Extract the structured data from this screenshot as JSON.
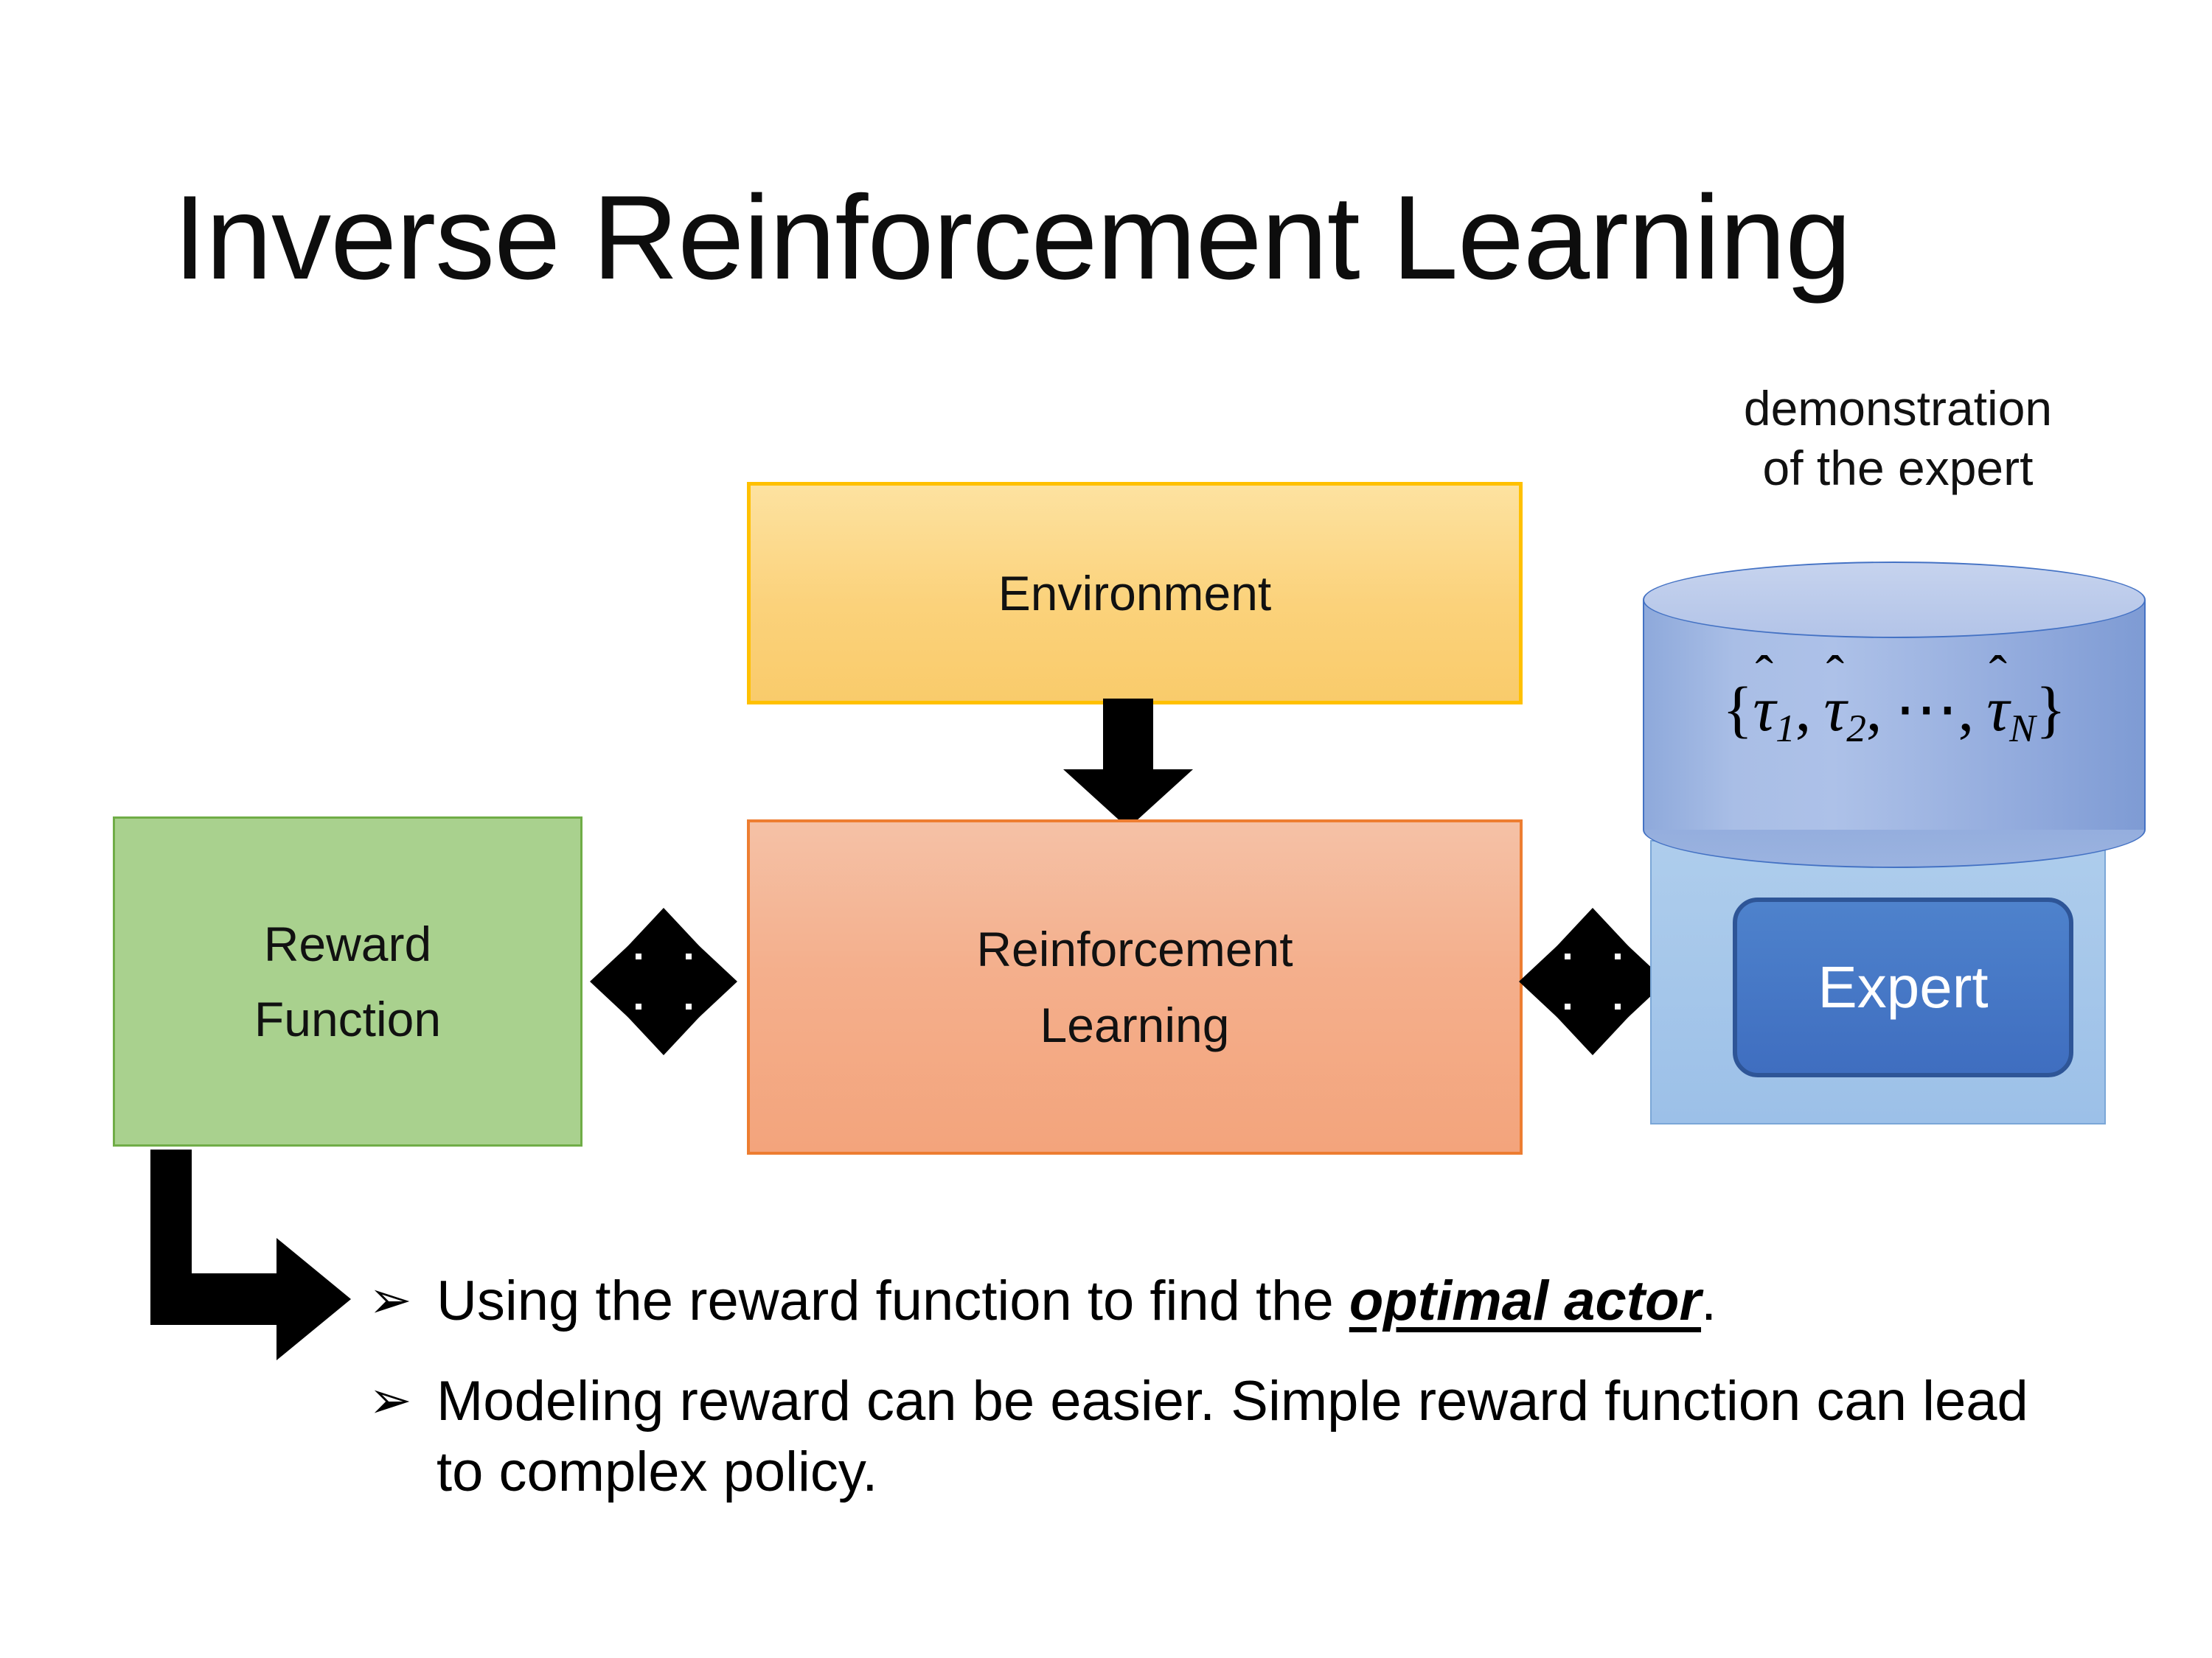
{
  "slide": {
    "title": "Inverse Reinforcement Learning",
    "background_color": "#FFFFFF"
  },
  "diagram": {
    "environment_box": {
      "label": "Environment",
      "fill_color": "#FBD27B",
      "border_color": "#FFC000"
    },
    "reinforcement_learning_box": {
      "label_line1": "Reinforcement",
      "label_line2": "Learning",
      "fill_color": "#F4AF8C",
      "border_color": "#ED7D31"
    },
    "reward_function_box": {
      "label_line1": "Reward",
      "label_line2": "Function",
      "fill_color": "#A9D18E",
      "border_color": "#70AD47"
    },
    "expert_group": {
      "caption_line1": "demonstration",
      "caption_line2": "of the expert",
      "cylinder": {
        "formula_open": "{",
        "tau1": "τ",
        "sub1": "1",
        "comma1": ",",
        "tau2": "τ",
        "sub2": "2",
        "comma2": ",",
        "ellipsis": "⋯",
        "comma3": ",",
        "tauN": "τ",
        "subN": "N",
        "formula_close": "}",
        "hat": "̂",
        "fill_color": "#9CB4E2",
        "border_color": "#4472C4"
      },
      "panel_fill_color": "#9CC0E8",
      "expert_chip": {
        "label": "Expert",
        "fill_color": "#4472C4",
        "border_color": "#2E5597",
        "text_color": "#FFFFFF"
      }
    },
    "connectors": {
      "environment_to_rl": "down-arrow",
      "reward_to_rl": "four-way-arrow",
      "rl_to_expert": "four-way-arrow",
      "reward_to_bullets": "bent-arrow",
      "arrow_color": "#000000"
    }
  },
  "bullets": {
    "marker": "➢",
    "items": [
      {
        "prefix": "Using the reward function to find the ",
        "emphasis": "optimal actor",
        "suffix": "."
      },
      {
        "prefix": "Modeling reward can be easier. Simple reward function can lead to complex policy.",
        "emphasis": "",
        "suffix": ""
      }
    ]
  }
}
